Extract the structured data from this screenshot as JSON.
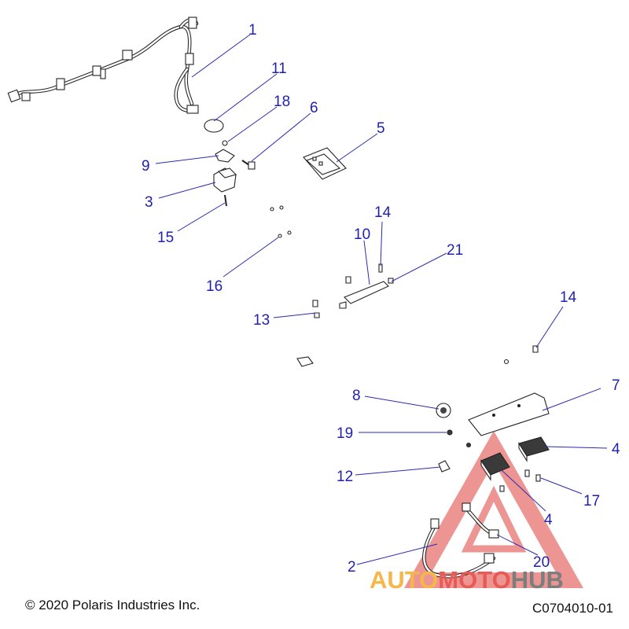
{
  "diagram": {
    "callouts": [
      "1",
      "11",
      "18",
      "6",
      "5",
      "9",
      "3",
      "15",
      "16",
      "14",
      "10",
      "21",
      "13",
      "14",
      "7",
      "8",
      "19",
      "4",
      "12",
      "17",
      "4",
      "20",
      "2"
    ]
  },
  "watermark": {
    "part1": "AUTO",
    "part2": "MOTO",
    "part3": "HUB",
    "colors": {
      "auto": "#f5b64a",
      "moto": "#e85a55",
      "hub": "#7d7d7d",
      "triangle": "#e25a56"
    }
  },
  "footer": {
    "copyright": "© 2020 Polaris Industries Inc.",
    "figure_code": "C0704010-01"
  }
}
